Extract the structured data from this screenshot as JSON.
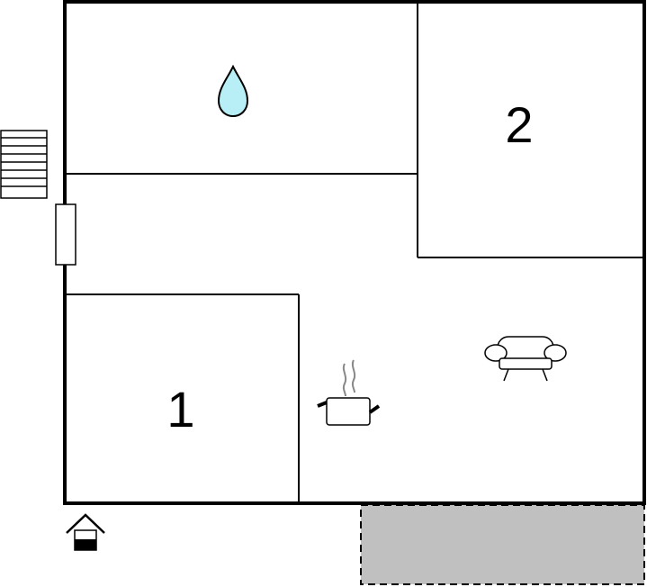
{
  "rooms": {
    "bedroom_1": {
      "label": "1"
    },
    "bedroom_2": {
      "label": "2"
    }
  },
  "icons": {
    "bathroom": "water-drop-icon",
    "kitchen": "cooking-pot-icon",
    "living_room": "sofa-icon",
    "entrance": "house-entrance-icon",
    "stairs": "stairs-icon",
    "window": "window-icon",
    "terrace": "terrace-area"
  },
  "colors": {
    "wall": "#000000",
    "floor": "#ffffff",
    "water": "#b8eef5",
    "steam": "#888888",
    "terrace": "#c0c0c0"
  }
}
